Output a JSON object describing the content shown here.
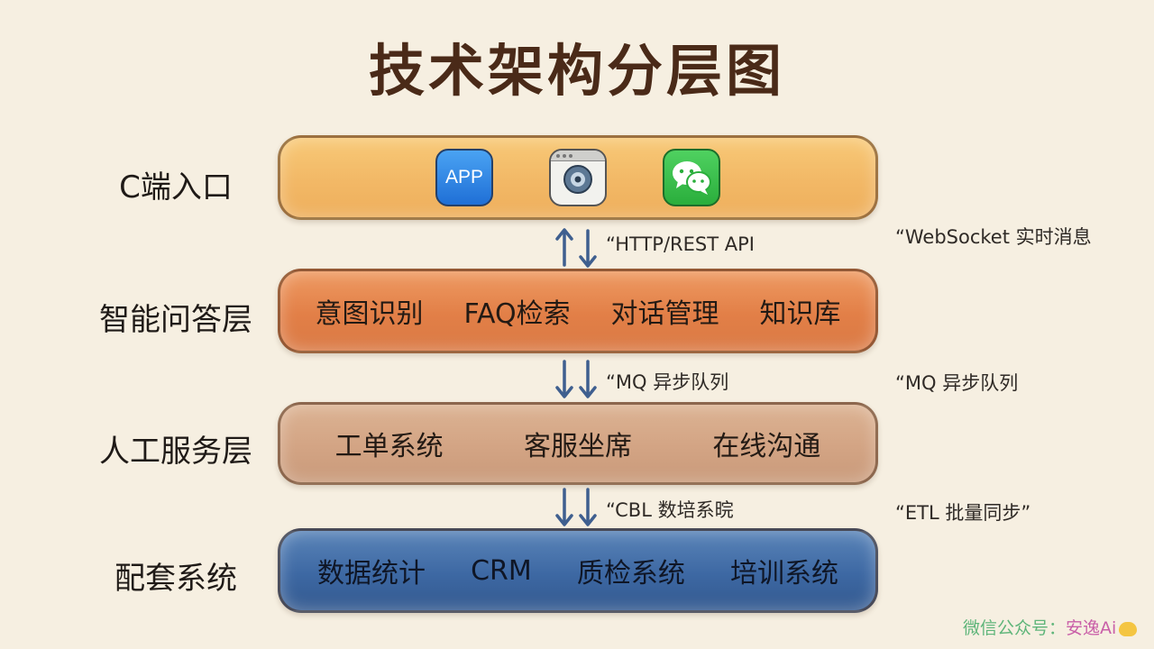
{
  "title": "技术架构分层图",
  "layers": {
    "entry": {
      "label": "C端入口",
      "icons": [
        "app-icon",
        "browser-icon",
        "wechat-icon"
      ],
      "app_icon_text": "APP",
      "color": "#f2b866"
    },
    "qa": {
      "label": "智能问答层",
      "modules": [
        "意图识别",
        "FAQ检索",
        "对话管理",
        "知识库"
      ],
      "color": "#e27f47"
    },
    "service": {
      "label": "人工服务层",
      "modules": [
        "工单系统",
        "客服坐席",
        "在线沟通"
      ],
      "color": "#d3a484"
    },
    "support": {
      "label": "配套系统",
      "modules": [
        "数据统计",
        "CRM",
        "质检系统",
        "培训系统"
      ],
      "color": "#3d68a3"
    }
  },
  "connectors": {
    "entry_qa": {
      "label": "“HTTP/REST API",
      "direction": "bidirectional",
      "right_note": "“WebSocket 实时消息"
    },
    "qa_service": {
      "label": "“MQ 异步队列",
      "direction": "down",
      "right_note": "“MQ 异步队列"
    },
    "service_support": {
      "label": "“CBL 数培系晥",
      "direction": "down",
      "right_note": "“ETL 批量同步”"
    }
  },
  "watermark": {
    "label": "微信公众号：",
    "name": "安逸Ai"
  },
  "colors": {
    "arrow": "#3f5f8f",
    "title": "#4a2a18"
  }
}
